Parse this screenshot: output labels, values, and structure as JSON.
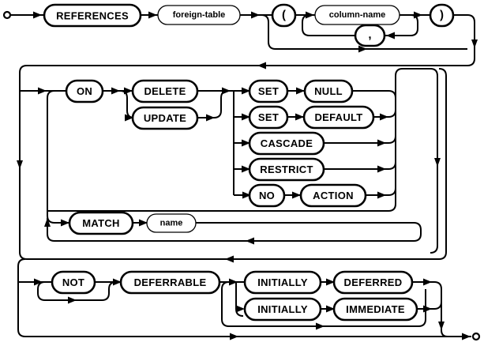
{
  "diagram": {
    "kind": "railroad-syntax-diagram",
    "title": "REFERENCES foreign-key clause",
    "start_marker": "start-circle",
    "end_marker": "end-circle",
    "colors": {
      "line": "#000000",
      "fill": "#ffffff",
      "background": "#ffffff"
    }
  },
  "tokens": {
    "references": "REFERENCES",
    "foreign_table": "foreign-table",
    "lparen": "(",
    "rparen": ")",
    "column_name": "column-name",
    "comma": ",",
    "on": "ON",
    "delete": "DELETE",
    "update": "UPDATE",
    "set1": "SET",
    "null": "NULL",
    "set2": "SET",
    "default": "DEFAULT",
    "cascade": "CASCADE",
    "restrict": "RESTRICT",
    "no": "NO",
    "action": "ACTION",
    "match": "MATCH",
    "name": "name",
    "not": "NOT",
    "deferrable": "DEFERRABLE",
    "initially1": "INITIALLY",
    "deferred": "DEFERRED",
    "initially2": "INITIALLY",
    "immediate": "IMMEDIATE"
  },
  "rows": {
    "line1": [
      "REFERENCES",
      "foreign-table",
      "(",
      "column-name",
      ",",
      ")"
    ],
    "on_clause": [
      "ON",
      "DELETE",
      "UPDATE"
    ],
    "actions": [
      [
        "SET",
        "NULL"
      ],
      [
        "SET",
        "DEFAULT"
      ],
      [
        "CASCADE"
      ],
      [
        "RESTRICT"
      ],
      [
        "NO",
        "ACTION"
      ]
    ],
    "match_clause": [
      "MATCH",
      "name"
    ],
    "deferrable_clause": [
      "NOT",
      "DEFERRABLE"
    ],
    "initially_clause": [
      [
        "INITIALLY",
        "DEFERRED"
      ],
      [
        "INITIALLY",
        "IMMEDIATE"
      ]
    ]
  }
}
